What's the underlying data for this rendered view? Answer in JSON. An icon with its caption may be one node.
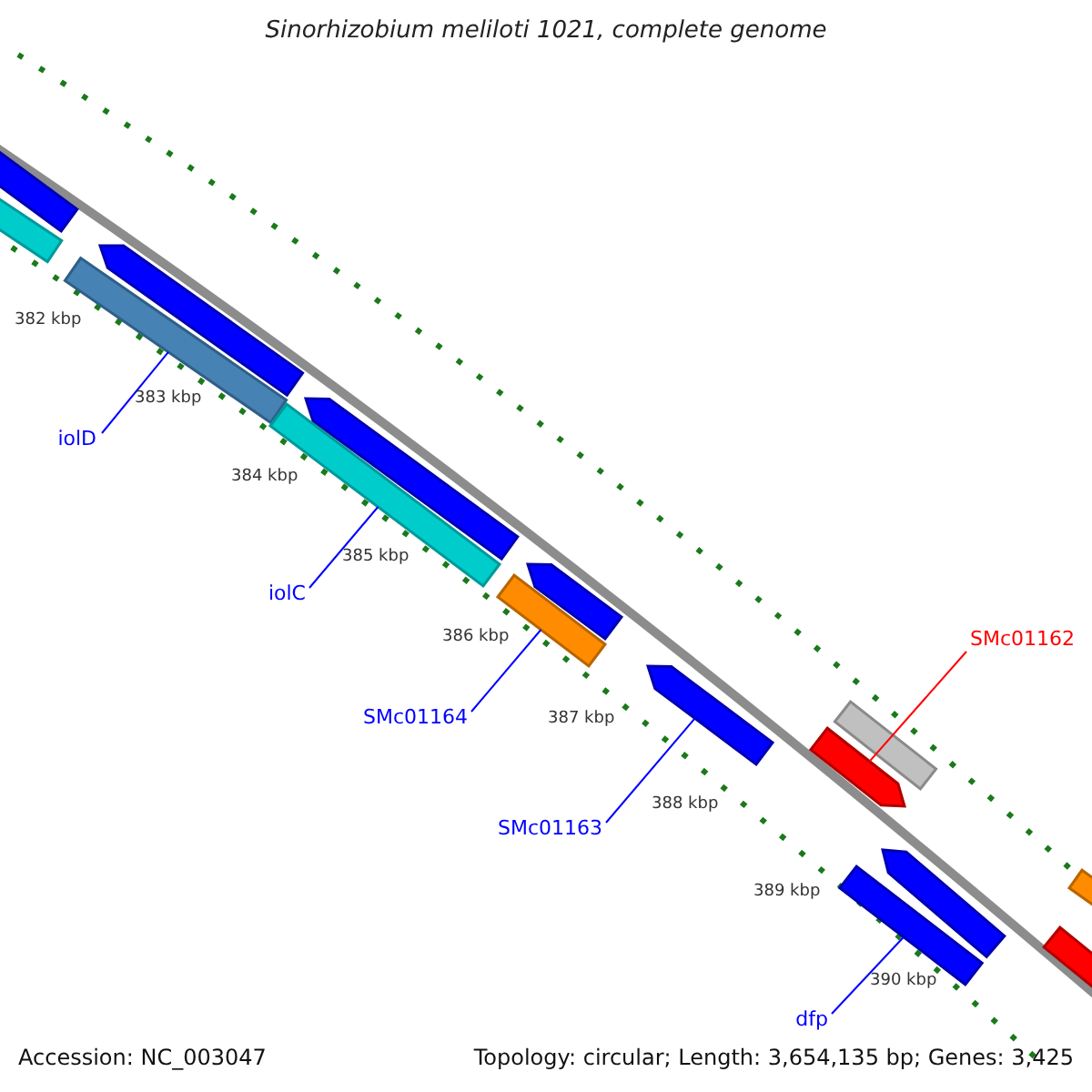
{
  "diagram": {
    "title": "Sinorhizobium meliloti 1021, complete genome",
    "nodes": [
      {
        "text": [],
        "shape": "bar"
      },
      {
        "text": [],
        "shape": "bar"
      },
      {
        "text": [],
        "shape": "bar"
      },
      {
        "text": [],
        "shape": "bar"
      },
      {
        "text": [
          "iolD"
        ]
      },
      {
        "text": [],
        "shape": "bar"
      },
      {
        "text": [],
        "shape": "bar"
      },
      {
        "text": [
          "iolC"
        ]
      },
      {
        "text": [],
        "shape": "bar"
      },
      {
        "text": [],
        "shape": "bar"
      },
      {
        "text": [
          "SMc01164"
        ]
      },
      {
        "text": [],
        "shape": "bar"
      },
      {
        "text": [
          "SMc01163"
        ]
      },
      {
        "text": [],
        "shape": "bar"
      },
      {
        "text": [],
        "shape": "bar"
      },
      {
        "text": [
          "SMc01162"
        ]
      },
      {
        "text": [],
        "shape": "bar"
      },
      {
        "text": [],
        "shape": "bar"
      },
      {
        "text": [
          "dfp"
        ]
      },
      {
        "text": [],
        "shape": "bar"
      },
      {
        "text": [],
        "shape": "bar"
      }
    ],
    "edges": [
      {
        "from": 4,
        "to": 3,
        "arrow": "none"
      },
      {
        "from": 7,
        "to": 6,
        "arrow": "none"
      },
      {
        "from": 10,
        "to": 9,
        "arrow": "none"
      },
      {
        "from": 12,
        "to": 11,
        "arrow": "none"
      },
      {
        "from": 15,
        "to": 14,
        "arrow": "none",
        "color": "#ff0000"
      },
      {
        "from": 18,
        "to": 17,
        "arrow": "none"
      }
    ],
    "labels": [
      "382 kbp",
      "383 kbp",
      "384 kbp",
      "385 kbp",
      "386 kbp",
      "387 kbp",
      "388 kbp",
      "389 kbp",
      "390 kbp",
      "Accession: NC_003047",
      "Topology: circular; Length: 3,654,135 bp; Genes: 3,425"
    ]
  }
}
